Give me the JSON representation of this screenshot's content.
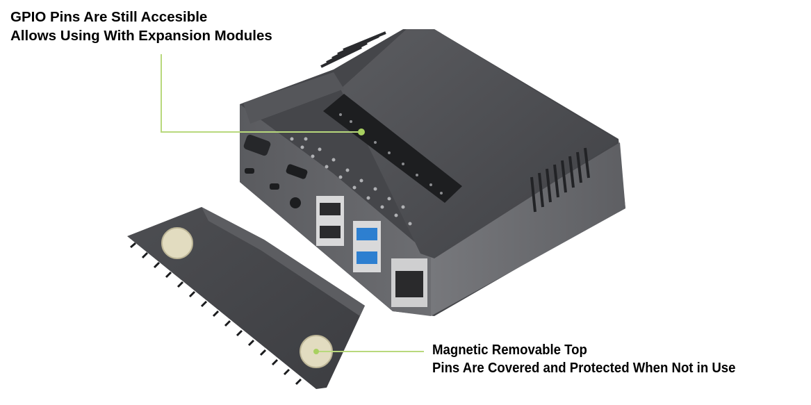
{
  "callouts": {
    "gpio": {
      "line1": "GPIO Pins Are Still Accesible",
      "line2": "Allows Using With Expansion Modules"
    },
    "magnetic": {
      "line1": "Magnetic Removable Top",
      "line2": "Pins Are Covered and Protected When Not in Use"
    }
  },
  "colors": {
    "callout_line": "#b8d87c",
    "case_dark": "#4a4b4e",
    "case_mid": "#6a6b6e",
    "usb3_blue": "#2d7fd0"
  }
}
